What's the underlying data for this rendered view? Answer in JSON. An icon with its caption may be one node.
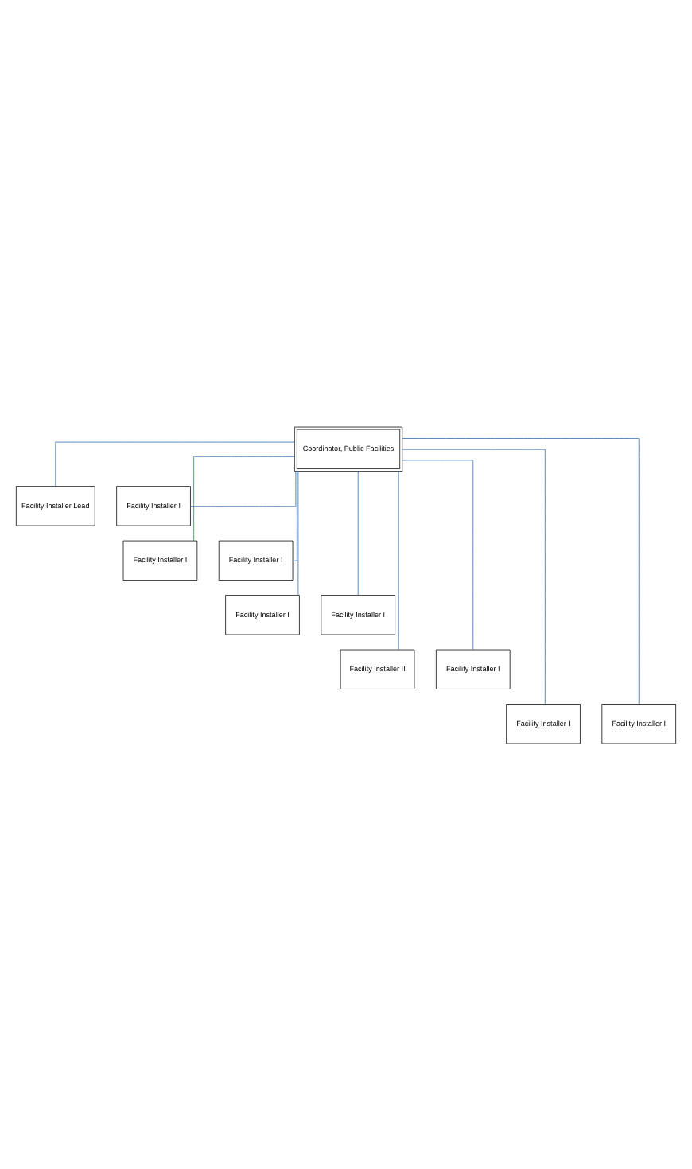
{
  "diagram": {
    "nodes": [
      {
        "text": [
          "Coordinator, Public Facilities"
        ]
      },
      {
        "text": [
          "Facility Installer Lead"
        ]
      },
      {
        "text": [
          "Facility Installer I"
        ]
      },
      {
        "text": [
          "Facility Installer I"
        ]
      },
      {
        "text": [
          "Facility Installer I"
        ]
      },
      {
        "text": [
          "Facility Installer I"
        ]
      },
      {
        "text": [
          "Facility Installer I"
        ]
      },
      {
        "text": [
          "Facility Installer II"
        ]
      },
      {
        "text": [
          "Facility Installer I"
        ]
      },
      {
        "text": [
          "Facility Installer I"
        ]
      },
      {
        "text": [
          "Facility Installer I"
        ]
      }
    ],
    "edges": [
      {
        "from": 0,
        "to": 1,
        "arrow": "none"
      },
      {
        "from": 0,
        "to": 2,
        "arrow": "none"
      },
      {
        "from": 0,
        "to": 3,
        "arrow": "none"
      },
      {
        "from": 0,
        "to": 4,
        "arrow": "none"
      },
      {
        "from": 0,
        "to": 5,
        "arrow": "none"
      },
      {
        "from": 0,
        "to": 6,
        "arrow": "none"
      },
      {
        "from": 0,
        "to": 7,
        "arrow": "none"
      },
      {
        "from": 0,
        "to": 8,
        "arrow": "none"
      },
      {
        "from": 0,
        "to": 9,
        "arrow": "none"
      },
      {
        "from": 0,
        "to": 10,
        "arrow": "none"
      }
    ]
  }
}
